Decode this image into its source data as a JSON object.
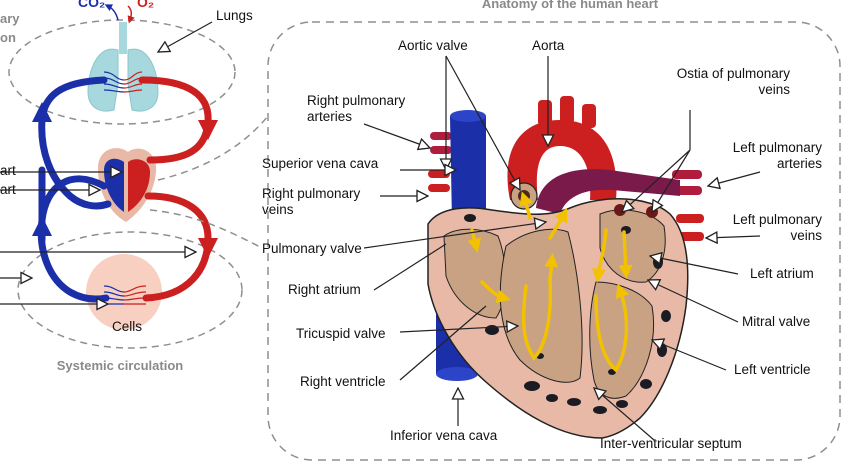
{
  "titles": {
    "heart_anatomy": "Anatomy of the human heart",
    "systemic": "Systemic circulation",
    "pulmonary_partial_1": "ary",
    "pulmonary_partial_2": "on"
  },
  "left_labels": {
    "lungs": "Lungs",
    "cells": "Cells",
    "heart_partial_1": "art",
    "heart_partial_2": "art",
    "co2": "CO₂",
    "o2": "O₂"
  },
  "heart_labels": {
    "aortic_valve": "Aortic valve",
    "aorta": "Aorta",
    "ostia": "Ostia of pulmonary\nveins",
    "right_pulmonary_arteries": "Right pulmonary\narteries",
    "superior_vena_cava": "Superior vena cava",
    "right_pulmonary_veins": "Right pulmonary\nveins",
    "left_pulmonary_arteries": "Left pulmonary\narteries",
    "left_pulmonary_veins": "Left pulmonary\nveins",
    "pulmonary_valve": "Pulmonary valve",
    "left_atrium": "Left atrium",
    "right_atrium": "Right atrium",
    "mitral_valve": "Mitral valve",
    "tricuspid_valve": "Tricuspid valve",
    "left_ventricle": "Left ventricle",
    "right_ventricle": "Right ventricle",
    "inferior_vena_cava": "Inferior vena cava",
    "inter_ventricular_septum": "Inter-ventricular septum"
  },
  "colors": {
    "oxygenated": "#cc1f1f",
    "deoxygenated": "#1a2fa8",
    "heart_tissue": "#e8b9a6",
    "chamber": "#c9a284",
    "lung": "#a6d8dd",
    "flow_arrow": "#f2c200",
    "dashed": "#8f8f8f"
  }
}
